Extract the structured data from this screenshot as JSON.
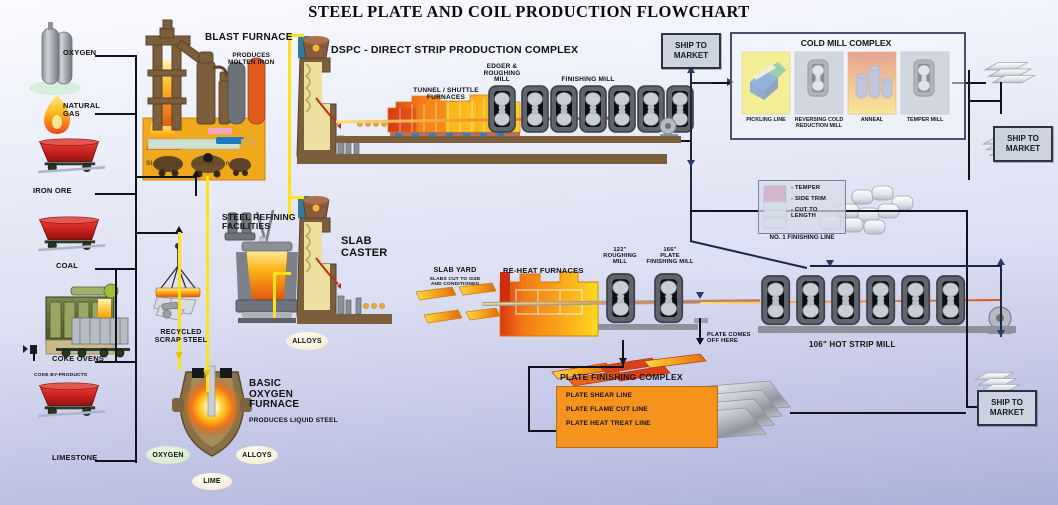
{
  "title": "STEEL PLATE AND COIL PRODUCTION FLOWCHART",
  "raw_materials": [
    {
      "id": "oxygen",
      "label": "OXYGEN",
      "icon": "gas-cylinder-icon"
    },
    {
      "id": "natural-gas",
      "label": "NATURAL\nGAS",
      "icon": "flame-icon"
    },
    {
      "id": "iron-ore",
      "label": "IRON ORE",
      "icon": "hopper-rail-car-icon"
    },
    {
      "id": "coal",
      "label": "COAL",
      "icon": "hopper-rail-car-icon"
    },
    {
      "id": "coke-ovens",
      "label": "COKE OVENS",
      "icon": "coke-oven-battery-icon"
    },
    {
      "id": "coke-by-products",
      "label": "COKE  BY-PRODUCTS",
      "icon": "by-product-icon"
    },
    {
      "id": "limestone",
      "label": "LIMESTONE",
      "icon": "hopper-rail-car-icon"
    }
  ],
  "blast_furnace": {
    "title": "BLAST FURNACE",
    "subtitle": "PRODUCES\nMOLTEN IRON",
    "slag_label": "Slag",
    "molten_iron_label": "Molten Iron"
  },
  "scrap": {
    "label": "RECYCLED\nSCRAP STEEL"
  },
  "refining": {
    "title": "STEEL REFINING\nFACILITIES",
    "alloys_label": "ALLOYS"
  },
  "slab_caster": {
    "title": "SLAB\nCASTER"
  },
  "bof": {
    "title": "BASIC\nOXYGEN\nFURNACE",
    "subtitle": "PRODUCES LIQUID STEEL",
    "inputs": [
      {
        "label": "OXYGEN",
        "style": "oxy"
      },
      {
        "label": "LIME",
        "style": "cream"
      },
      {
        "label": "ALLOYS",
        "style": "cream"
      }
    ]
  },
  "dspc": {
    "title": "DSPC - DIRECT STRIP PRODUCTION COMPLEX",
    "tunnel_furnaces": "TUNNEL / SHUTTLE\nFURNACES",
    "edger_roughing": "EDGER &\nROUGHING\nMILL",
    "finishing_mill": "FINISHING MILL",
    "finishing_stand_count": 6
  },
  "cold_mill": {
    "title": "COLD MILL COMPLEX",
    "stations": [
      {
        "label": "PICKLING LINE",
        "icon": "pickling-line-icon"
      },
      {
        "label": "REVERSING COLD\nREDUCTION MILL",
        "icon": "mill-stand-icon"
      },
      {
        "label": "ANNEAL",
        "icon": "anneal-furnace-icon"
      },
      {
        "label": "TEMPER MILL",
        "icon": "mill-stand-icon"
      }
    ]
  },
  "finishing_line_1": {
    "title": "NO. 1 FINISHING LINE",
    "operations": [
      "- TEMPER",
      "- SIDE TRIM",
      "- CUT TO\n  LENGTH"
    ]
  },
  "slab_yard": {
    "title": "SLAB YARD",
    "subtitle": "SLABS CUT TO SIZE\nAND CONDITIONED"
  },
  "reheat": {
    "title": "RE-HEAT FURNACES"
  },
  "plate_mills": {
    "roughing": "122\"\nROUGHING\nMILL",
    "plate_finishing": "166\"\nPLATE\nFINISHING MILL",
    "plate_off": "PLATE COMES\nOFF HERE"
  },
  "hot_strip_mill": {
    "title": "106\" HOT STRIP MILL",
    "stand_count": 6
  },
  "plate_complex": {
    "title": "PLATE FINISHING COMPLEX",
    "lines": [
      "PLATE SHEAR LINE",
      "PLATE FLAME CUT LINE",
      "PLATE HEAT TREAT LINE"
    ]
  },
  "ship_to_market": [
    {
      "id": "ship-dspc",
      "label": "SHIP TO\nMARKET"
    },
    {
      "id": "ship-coldmill",
      "label": "SHIP TO\nMARKET"
    },
    {
      "id": "ship-plate",
      "label": "SHIP TO\nMARKET"
    }
  ],
  "colors": {
    "background_top": "#fbfbfe",
    "background_bottom": "#aab0d8",
    "molten_orange": "#f2931e",
    "hot_yellow": "#ffd21a",
    "line_black": "#10131c",
    "line_yellow": "#ffe11a",
    "line_navy": "#2b3a63",
    "panel_border": "#4a4f76",
    "ship_box_fill": "#ccd3de",
    "plate_complex_fill": "#f6921e",
    "steel_gray": "#9aa0ab"
  }
}
